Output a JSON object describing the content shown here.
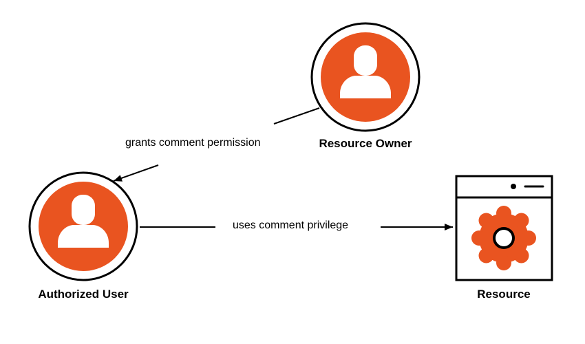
{
  "nodes": {
    "resource_owner": {
      "label": "Resource Owner",
      "icon": "user-icon"
    },
    "authorized_user": {
      "label": "Authorized User",
      "icon": "user-icon"
    },
    "resource": {
      "label": "Resource",
      "icon": "gear-window-icon"
    }
  },
  "edges": {
    "grants": {
      "label": "grants comment permission",
      "from": "Resource Owner",
      "to": "Authorized User"
    },
    "uses": {
      "label": "uses comment privilege",
      "from": "Authorized User",
      "to": "Resource"
    }
  },
  "colors": {
    "accent": "#e95420",
    "stroke": "#000000",
    "background": "#ffffff"
  }
}
